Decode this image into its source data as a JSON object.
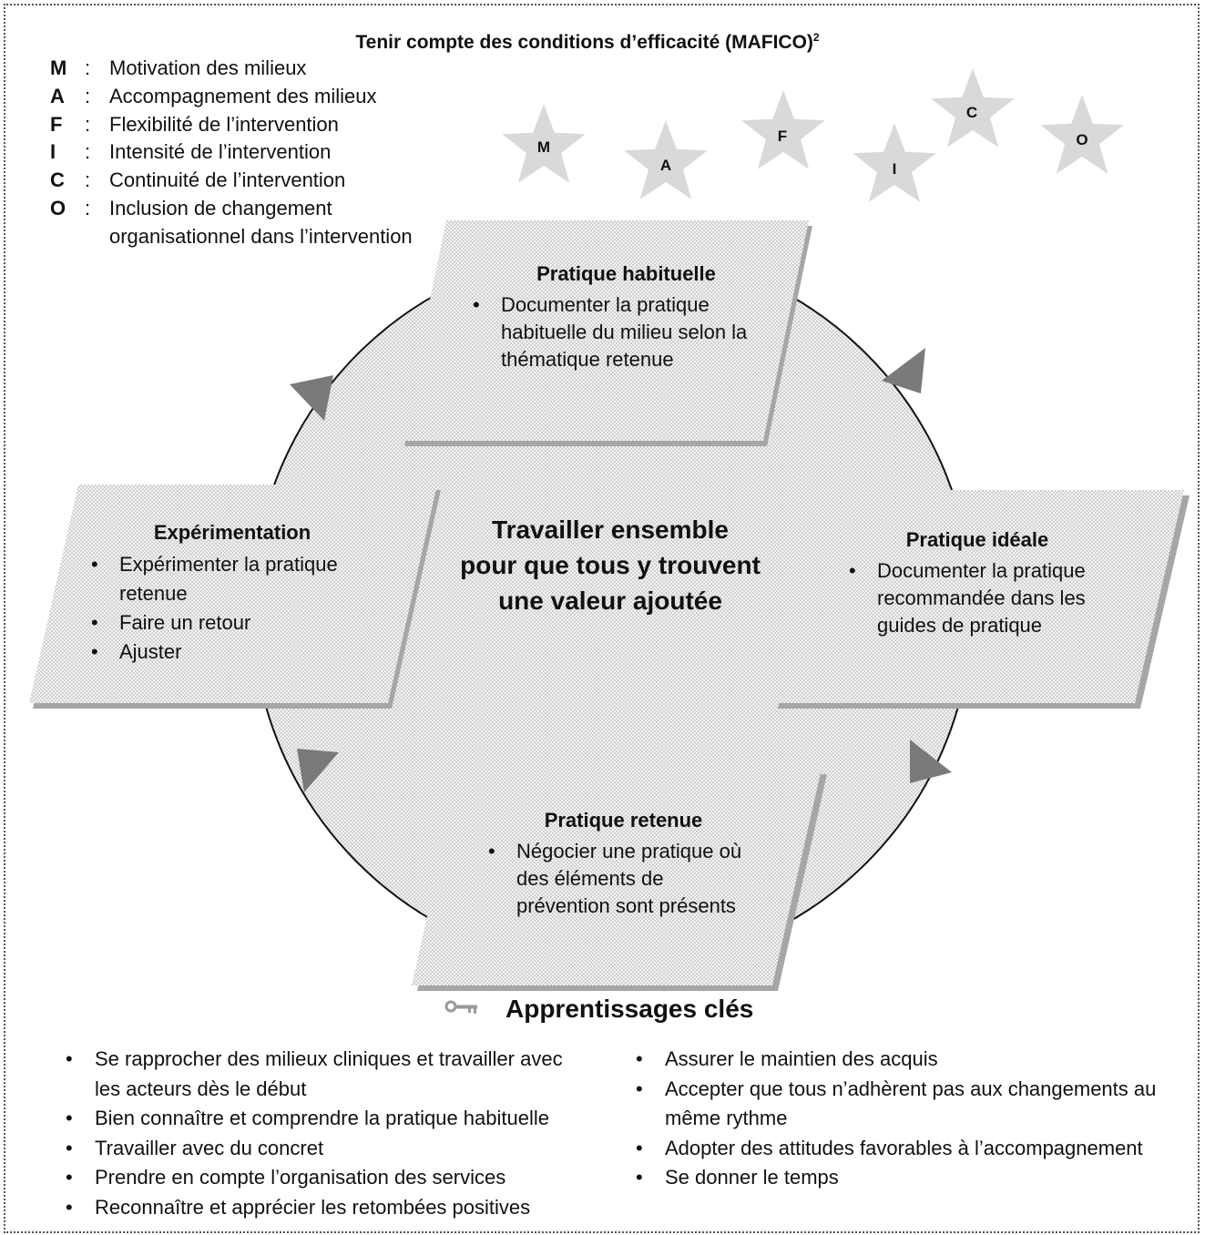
{
  "header": {
    "title": "Tenir compte des conditions d’efficacité (MAFICO)",
    "title_sup": "2"
  },
  "legend": [
    {
      "letter": "M",
      "sep": ":",
      "text": "Motivation des milieux"
    },
    {
      "letter": "A",
      "sep": ":",
      "text": "Accompagnement des milieux"
    },
    {
      "letter": "F",
      "sep": ":",
      "text": "Flexibilité de l’intervention"
    },
    {
      "letter": "I",
      "sep": ":",
      "text": "Intensité de l’intervention"
    },
    {
      "letter": "C",
      "sep": ":",
      "text": "Continuité de l’intervention"
    },
    {
      "letter": "O",
      "sep": ":",
      "text": "Inclusion de changement organisationnel dans l’intervention"
    }
  ],
  "stars": [
    "M",
    "A",
    "F",
    "I",
    "C",
    "O"
  ],
  "cycle": {
    "top": {
      "title": "Pratique habituelle",
      "items": [
        "Documenter la pratique habituelle du milieu selon la thématique retenue"
      ]
    },
    "right": {
      "title": "Pratique idéale",
      "items": [
        "Documenter la pratique recommandée dans les guides de pratique"
      ]
    },
    "bottom": {
      "title": "Pratique retenue",
      "items": [
        "Négocier une pratique où des éléments de prévention sont présents"
      ]
    },
    "left": {
      "title": "Expérimentation",
      "items": [
        "Expérimenter la pratique retenue",
        "Faire un retour",
        "Ajuster"
      ]
    },
    "center": [
      "Travailler ensemble",
      "pour que tous y trouvent",
      "une valeur ajoutée"
    ]
  },
  "learnings": {
    "title": "Apprentissages clés",
    "left": [
      "Se rapprocher des milieux cliniques et travailler avec les acteurs dès le début",
      "Bien connaître et comprendre la pratique habituelle",
      "Travailler avec du concret",
      "Prendre en compte l’organisation des services",
      "Reconnaître et apprécier les retombées positives"
    ],
    "right": [
      "Assurer le maintien des acquis",
      "Accepter que tous n’adhèrent pas aux changements au même rythme",
      "Adopter des attitudes favorables à l’accompagnement",
      "Se donner le temps"
    ]
  },
  "colors": {
    "star": "#d9d9d9",
    "arrow": "#7a7a7a",
    "shadow": "#a6a6a6",
    "box_dot": "#b5b5b5"
  }
}
